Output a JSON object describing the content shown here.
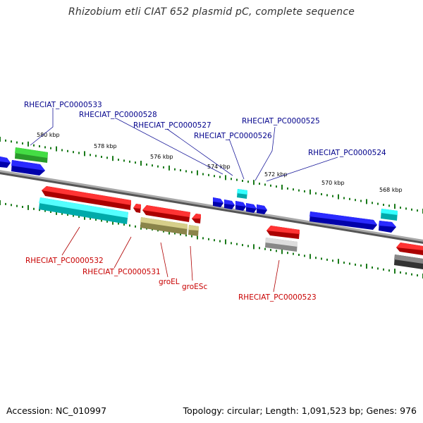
{
  "title": "Rhizobium etli CIAT 652 plasmid pC, complete sequence",
  "accession": "Accession: NC_010997",
  "topology": "Topology: circular; Length: 1,091,523 bp; Genes: 976",
  "kbp_labels": [
    "580 kbp",
    "578 kbp",
    "576 kbp",
    "574 kbp",
    "572 kbp",
    "570 kbp",
    "568 kbp"
  ],
  "upper_labels": [
    "RHECIAT_PC0000533",
    "RHECIAT_PC0000528",
    "RHECIAT_PC0000527",
    "RHECIAT_PC0000526",
    "RHECIAT_PC0000525",
    "RHECIAT_PC0000524"
  ],
  "lower_labels": [
    "RHECIAT_PC0000532",
    "RHECIAT_PC0000531",
    "groEL",
    "groESc",
    "RHECIAT_PC0000523"
  ],
  "colors": {
    "upper_label": "#00008b",
    "lower_label": "#c80000",
    "backbone": "#8a8a8a",
    "tick": "#1a7a1a",
    "blue": "#0000ee",
    "red": "#ee0000",
    "cyan": "#00e5e5",
    "green": "#33cc33",
    "olive": "#b0a860",
    "grey": "#b4b4b4",
    "dark": "#555555"
  }
}
